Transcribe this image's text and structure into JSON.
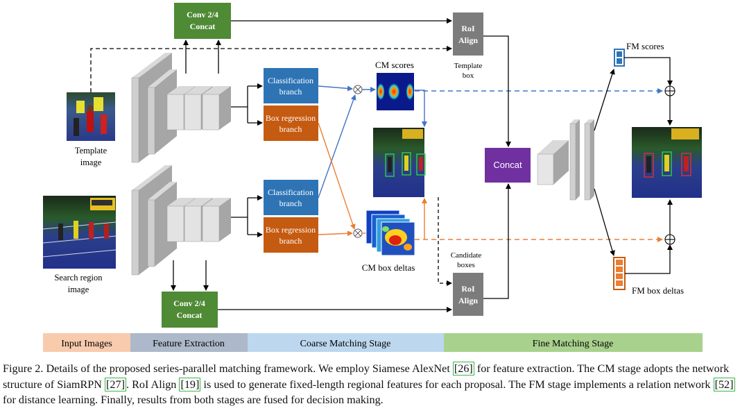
{
  "diagram": {
    "template_caption": [
      "Template",
      "image"
    ],
    "search_caption": [
      "Search region",
      "image"
    ],
    "conv_top": [
      "Conv 2/4",
      "Concat"
    ],
    "conv_bottom": [
      "Conv 2/4",
      "Concat"
    ],
    "roi_top": [
      "RoI",
      "Align"
    ],
    "roi_bottom": [
      "RoI",
      "Align"
    ],
    "template_box": [
      "Template",
      "box"
    ],
    "candidate_boxes": [
      "Candidate",
      "boxes"
    ],
    "cls_top": [
      "Classification",
      "branch"
    ],
    "reg_top": [
      "Box regression",
      "branch"
    ],
    "cls_bottom": [
      "Classification",
      "branch"
    ],
    "reg_bottom": [
      "Box regression",
      "branch"
    ],
    "cm_scores": "CM scores",
    "cm_box_deltas": "CM box deltas",
    "concat": "Concat",
    "fm_scores": "FM scores",
    "fm_box_deltas": "FM box deltas",
    "colors": {
      "green": "#4f8a35",
      "gray_box": "#7c7c7c",
      "blue": "#2e74b5",
      "orange": "#c55a11",
      "purple": "#7030a0",
      "blue_arrow": "#4472c4",
      "orange_arrow": "#ed7d31"
    }
  },
  "stages": [
    {
      "label": "Input Images",
      "color": "#f8cbad"
    },
    {
      "label": "Feature Extraction",
      "color": "#adb9ca"
    },
    {
      "label": "Coarse Matching Stage",
      "color": "#bdd7ee"
    },
    {
      "label": "Fine Matching Stage",
      "color": "#a9d18e"
    }
  ],
  "caption": {
    "p1": "Figure 2. Details of the proposed series-parallel matching framework. We employ Siamese AlexNet ",
    "r1": "[26]",
    "p2": " for feature extraction. The CM stage adopts the network structure of SiamRPN ",
    "r2": "[27]",
    "p3": ". RoI Align ",
    "r3": "[19]",
    "p4": " is used to generate fixed-length regional features for each proposal. The FM stage implements a relation network ",
    "r4": "[52]",
    "p5": " for distance learning. Finally, results from both stages are fused for decision making."
  }
}
